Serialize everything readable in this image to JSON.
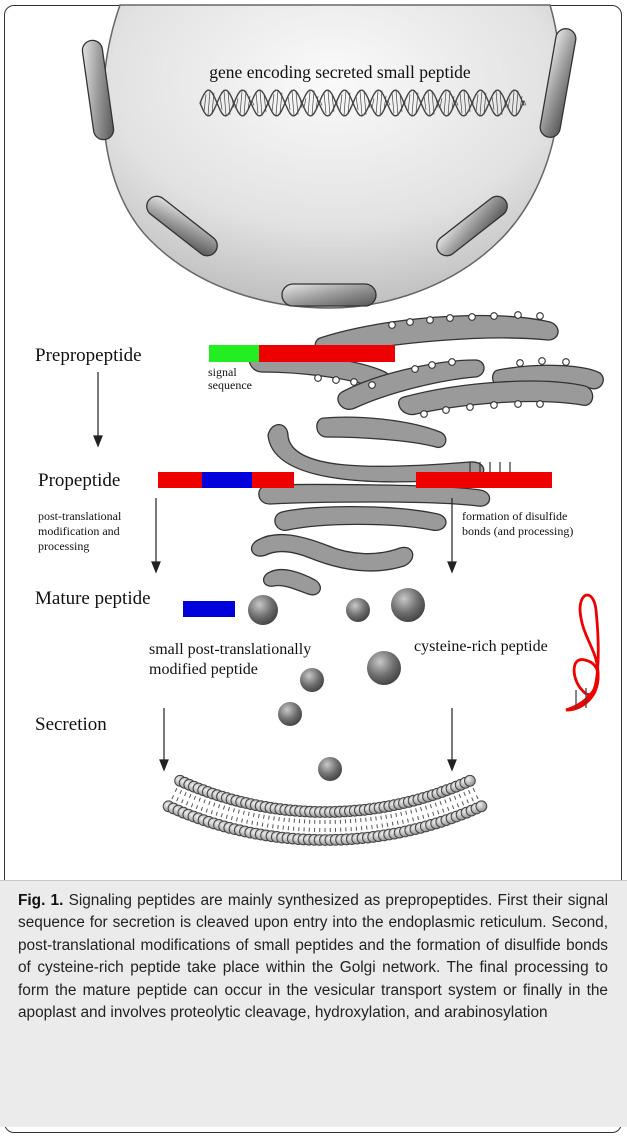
{
  "figure": {
    "gene_label": "gene encoding secreted small peptide",
    "stages": {
      "prepropeptide": "Prepropeptide",
      "propeptide": "Propeptide",
      "mature": "Mature peptide",
      "secretion": "Secretion"
    },
    "signal_label_line1": "signal",
    "signal_label_line2": "sequence",
    "left_process_line1": "post-translational",
    "left_process_line2": "modification and",
    "left_process_line3": "processing",
    "right_process_line1": "formation of disulfide",
    "right_process_line2": "bonds (and processing)",
    "small_peptide_line1": "small post-translationally",
    "small_peptide_line2": "modified peptide",
    "cysteine_label": "cysteine-rich peptide",
    "colors": {
      "signal": "#22ee22",
      "propeptide_red": "#ee0000",
      "mature_blue": "#0000dd",
      "gray": "#8a8a8a"
    }
  },
  "caption": {
    "label": "Fig. 1.",
    "text": "Signaling peptides are mainly synthesized as prepropeptides. First their signal sequence for secretion is cleaved upon entry into the endoplasmic reticulum. Second, post-translational modifications of small peptides and the formation of disulfide bonds of cysteine-rich peptide take place within the Golgi network. The final processing to form the mature peptide can occur in the vesicular transport system or finally in the apoplast and involves proteolytic cleavage, hydroxylation, and arabinosylation"
  }
}
